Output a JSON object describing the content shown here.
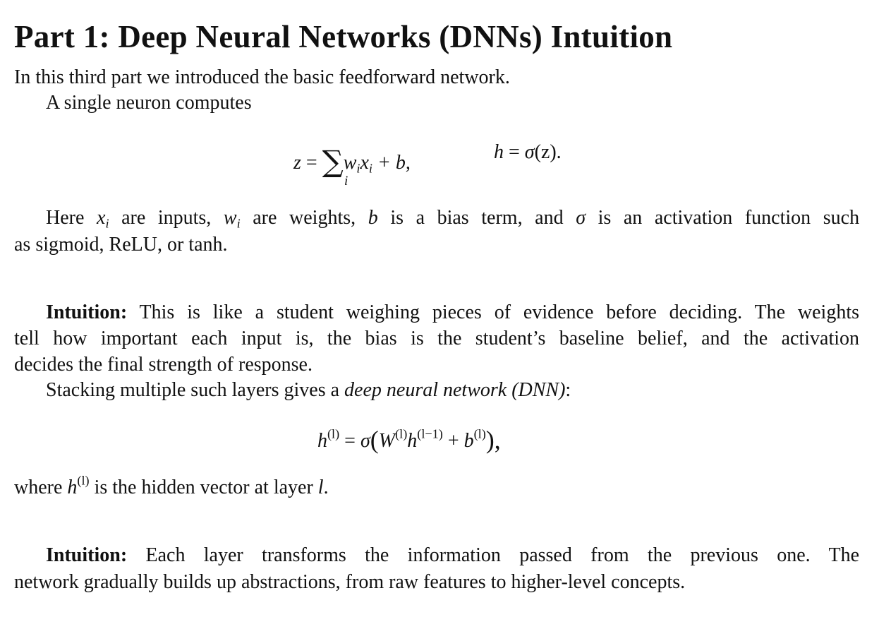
{
  "title": "Part 1: Deep Neural Networks (DNNs) Intuition",
  "intro": {
    "line1": "In this third part we introduced the basic feedforward network.",
    "line2": "A single neuron computes"
  },
  "eq1": {
    "lhs": "z",
    "eq": "=",
    "sum_index": "i",
    "w": "w",
    "x": "x",
    "i": "i",
    "plus_b": "+ b,",
    "h": "h",
    "sigma": "σ",
    "arg": "(z)."
  },
  "para_explain": {
    "t1": "Here",
    "x": "x",
    "i1": "i",
    "t2": "are inputs,",
    "w": "w",
    "i2": "i",
    "t3": "are weights,",
    "b": "b",
    "t4": "is a bias term, and",
    "sigma": "σ",
    "t5": "is an activation function such",
    "line2": "as sigmoid, ReLU, or tanh."
  },
  "intuition1": {
    "label": "Intuition:",
    "line1_rest": "This is like a student weighing pieces of evidence before deciding. The weights",
    "line2": "tell how important each input is, the bias is the student’s baseline belief, and the activation",
    "line3": "decides the final strength of response."
  },
  "stacking": {
    "text": "Stacking multiple such layers gives a",
    "emph": "deep neural network (DNN)",
    "colon": ":"
  },
  "eq2": {
    "h": "h",
    "l_sup": "(l)",
    "eq": "=",
    "sigma": "σ",
    "open": "(",
    "W": "W",
    "h2": "h",
    "lm1_sup": "(l−1)",
    "plus": "+",
    "b": "b",
    "close": "),"
  },
  "where": {
    "t1": "where",
    "h": "h",
    "l_sup": "(l)",
    "t2": "is the hidden vector at layer",
    "l": "l",
    "period": "."
  },
  "intuition2": {
    "label": "Intuition:",
    "line1_rest": "Each layer transforms the information passed from the previous one. The",
    "line2": "network gradually builds up abstractions, from raw features to higher-level concepts."
  }
}
